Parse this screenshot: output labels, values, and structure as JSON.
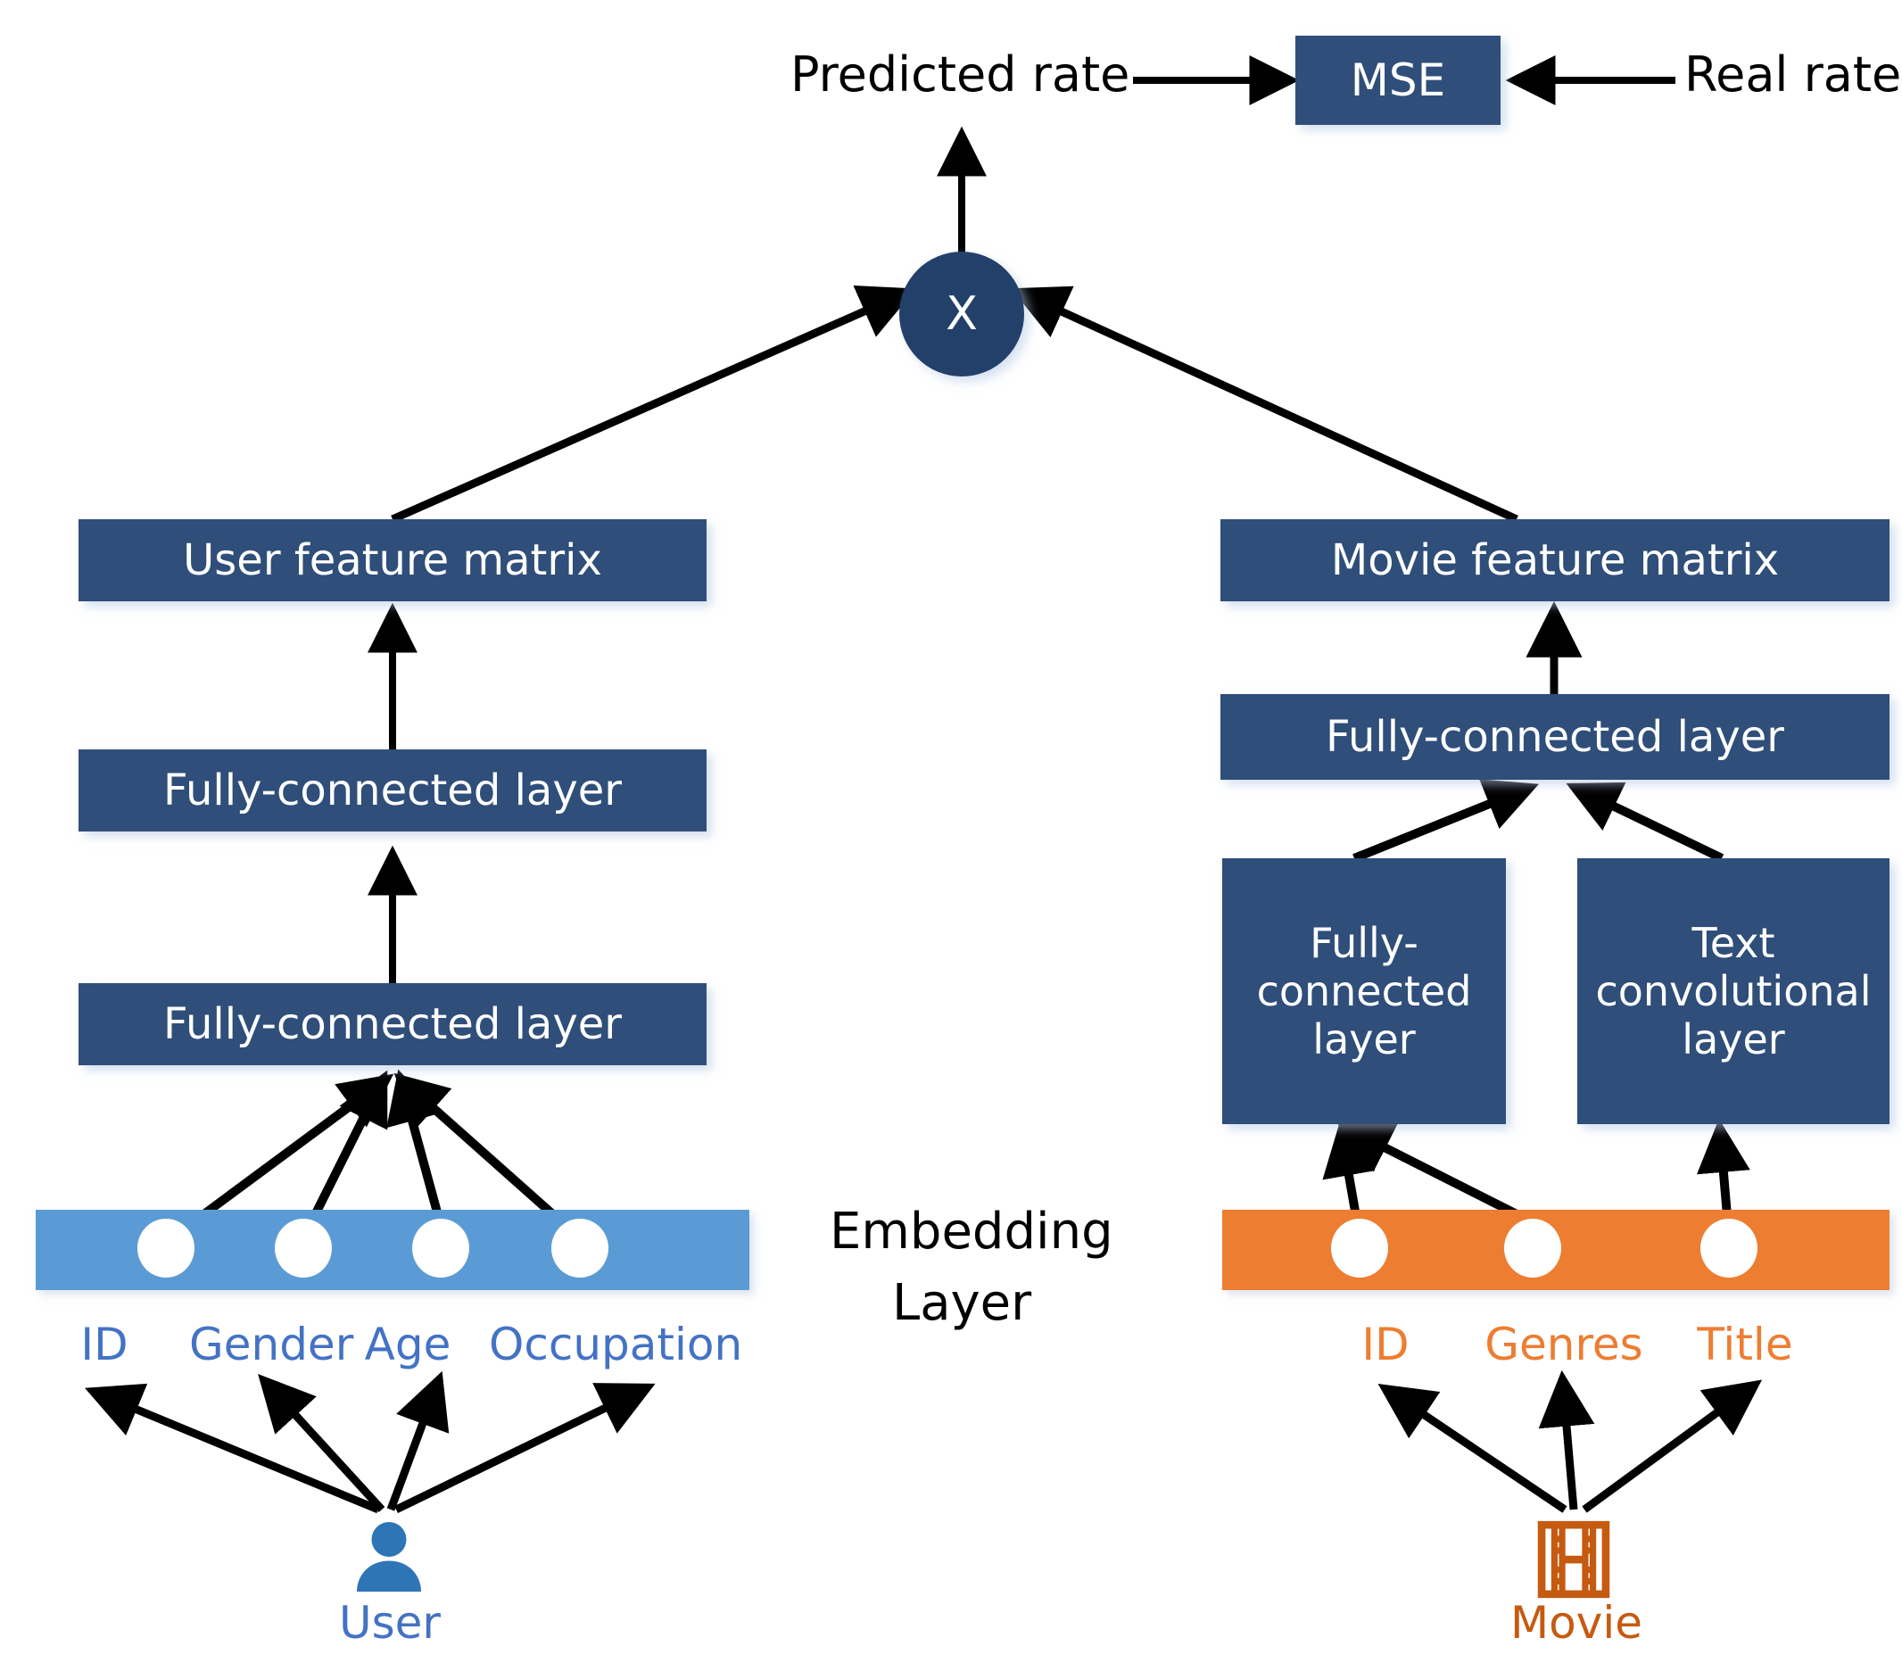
{
  "diagram": {
    "title_nodes": {
      "mse": "MSE",
      "predicted_rate": "Predicted rate",
      "real_rate": "Real rate",
      "multiply": "X",
      "embedding_layer_line1": "Embedding",
      "embedding_layer_line2": "Layer"
    },
    "user_branch": {
      "feature_matrix": "User feature matrix",
      "fc_upper": "Fully-connected layer",
      "fc_lower": "Fully-connected layer",
      "embedding_labels": [
        "ID",
        "Gender",
        "Age",
        "Occupation"
      ],
      "entity": "User",
      "entity_icon": "person-icon",
      "bar_color": "#5B9BD5",
      "label_color": "#4472C4",
      "icon_color": "#2E75B6"
    },
    "movie_branch": {
      "feature_matrix": "Movie feature matrix",
      "fc_top": "Fully-connected layer",
      "fc_left_line1": "Fully-",
      "fc_left_line2": "connected",
      "fc_left_line3": "layer",
      "text_conv_line1": "Text",
      "text_conv_line2": "convolutional",
      "text_conv_line3": "layer",
      "embedding_labels": [
        "ID",
        "Genres",
        "Title"
      ],
      "entity": "Movie",
      "entity_icon": "film-strip-icon",
      "bar_color": "#ED7D31",
      "label_color": "#ED7D31",
      "icon_color": "#C55A11"
    },
    "colors": {
      "box_fill": "#2F4E79",
      "node_fill": "#23406B",
      "arrow": "#000000",
      "background": "#ffffff",
      "box_text": "#ffffff"
    }
  }
}
